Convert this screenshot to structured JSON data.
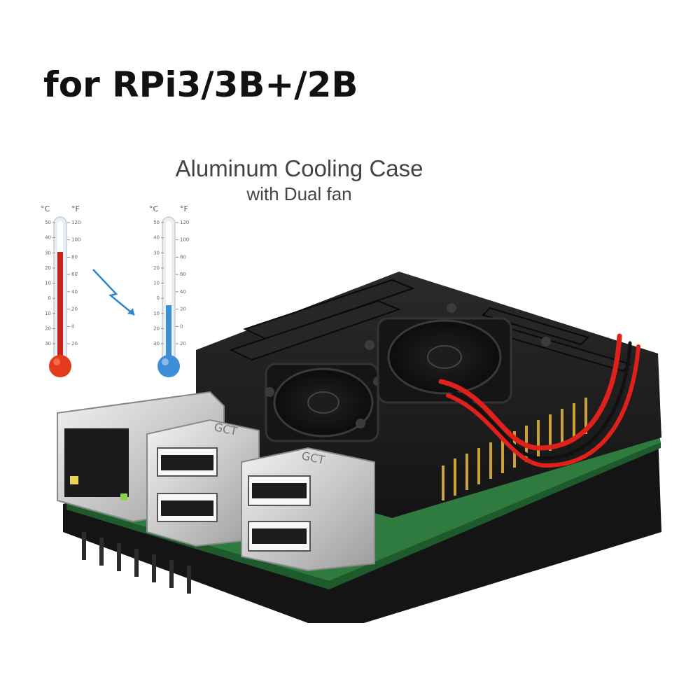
{
  "headline": "for RPi3/3B+/2B",
  "product": {
    "title": "Aluminum Cooling Case",
    "subtitle": "with Dual fan"
  },
  "thermometers": {
    "unit_c": "°C",
    "unit_f": "°F",
    "celsius_ticks": [
      "50",
      "40",
      "30",
      "20",
      "10",
      "0",
      "10",
      "20",
      "30"
    ],
    "fahrenheit_ticks": [
      "120",
      "100",
      "80",
      "60",
      "40",
      "20",
      "0",
      "20"
    ],
    "hot_color": "#d8231b",
    "cold_color": "#3b8fd6",
    "hot_level": 0.62,
    "cold_level": 0.3
  },
  "usb_brand": "GCT",
  "colors": {
    "case": "#1b1b1b",
    "pcb": "#2f7a3e",
    "wire_red": "#e0201b",
    "arrow": "#2b86c9"
  }
}
